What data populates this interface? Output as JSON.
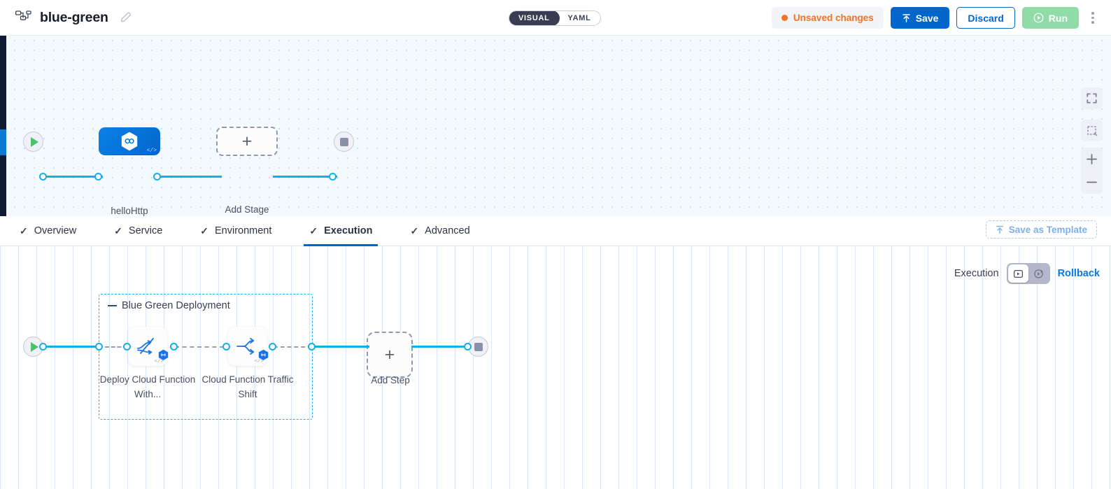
{
  "header": {
    "logo_icon": "pipeline-tree-icon",
    "title": "blue-green",
    "edit_icon": "pencil-icon",
    "view_toggle": {
      "options": [
        "VISUAL",
        "YAML"
      ],
      "selected": "VISUAL"
    },
    "unsaved_label": "Unsaved changes",
    "save_label": "Save",
    "discard_label": "Discard",
    "run_label": "Run",
    "kebab_icon": "more-vertical-icon",
    "colors": {
      "primary": "#0265cc",
      "unsaved": "#f4721f",
      "run": "#8fdca8",
      "wire": "#16adea"
    }
  },
  "stage_canvas": {
    "start_icon": "play-icon",
    "end_icon": "stop-icon",
    "stage": {
      "label": "helloHttp",
      "icon": "cloud-function-hex-icon",
      "code_badge": "</>"
    },
    "add_stage_label": "Add Stage",
    "controls": {
      "fit_icon": "fit-screen-icon",
      "select_icon": "selection-box-icon",
      "zoom_in_icon": "plus-icon",
      "zoom_out_icon": "minus-icon"
    }
  },
  "tabs": [
    {
      "label": "Overview",
      "check": "✓",
      "active": false
    },
    {
      "label": "Service",
      "check": "✓",
      "active": false
    },
    {
      "label": "Environment",
      "check": "✓",
      "active": false
    },
    {
      "label": "Execution",
      "check": "✓",
      "active": true
    },
    {
      "label": "Advanced",
      "check": "✓",
      "active": false
    }
  ],
  "save_as_template": {
    "label": "Save as Template",
    "icon": "upload-template-icon"
  },
  "execution": {
    "label": "Execution",
    "toggle": {
      "options": [
        "normal-execution-icon",
        "rollback-execution-icon"
      ],
      "selected_index": 0
    },
    "rollback_label": "Rollback",
    "group": {
      "title": "Blue Green Deployment",
      "steps": [
        {
          "label": "Deploy Cloud Function With...",
          "icon": "blue-green-deploy-icon",
          "badge": "hex-badge",
          "code_badge": "</>"
        },
        {
          "label": "Cloud Function Traffic Shift",
          "icon": "traffic-split-icon",
          "badge": "hex-badge",
          "code_badge": "</>"
        }
      ]
    },
    "add_step_label": "Add Step",
    "start_icon": "play-icon",
    "end_icon": "stop-icon"
  }
}
